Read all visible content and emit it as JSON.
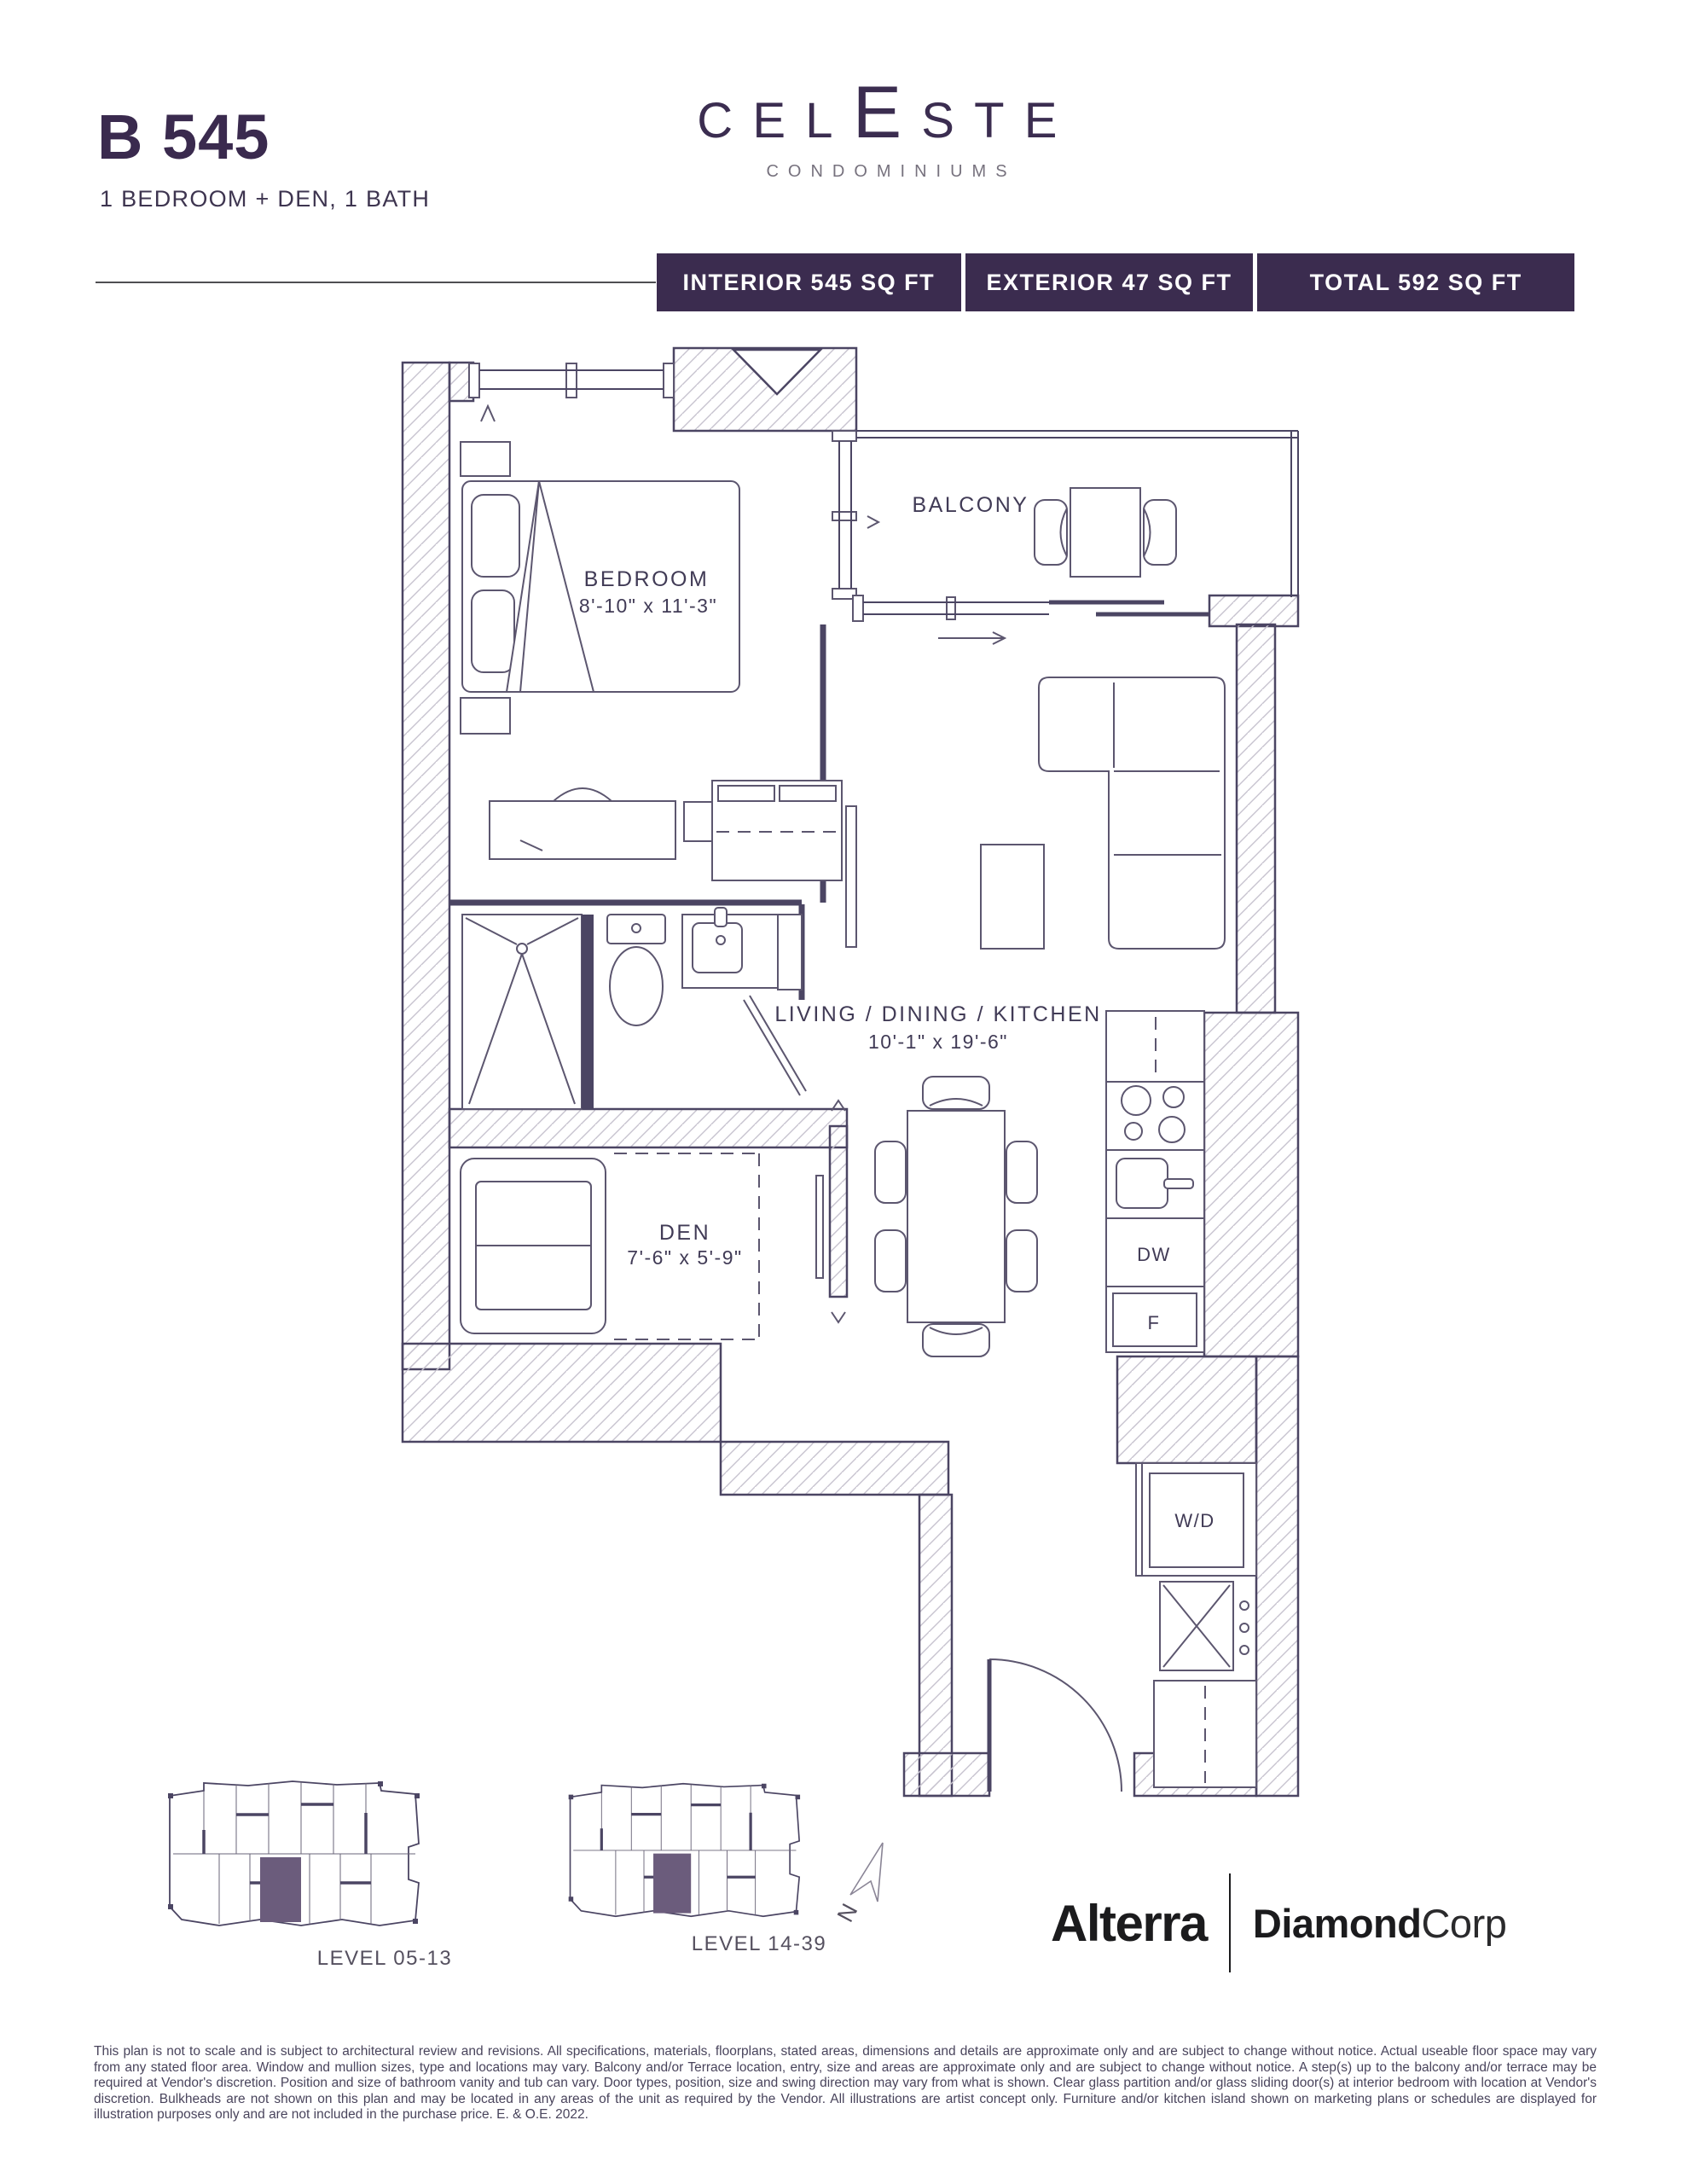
{
  "header": {
    "unit_number": "B 545",
    "unit_type": "1 BEDROOM + DEN,  1 BATH"
  },
  "brand": {
    "logo_pre": "CEL",
    "logo_tall": "E",
    "logo_post": "STE",
    "tagline": "CONDOMINIUMS"
  },
  "badges": {
    "interior": "INTERIOR 545 SQ FT",
    "exterior": "EXTERIOR 47 SQ FT",
    "total": "TOTAL 592 SQ FT"
  },
  "floorplan": {
    "bedroom_name": "BEDROOM",
    "bedroom_dims": "8'-10\" x 11'-3\"",
    "balcony_name": "BALCONY",
    "living_name": "LIVING / DINING / KITCHEN",
    "living_dims": "10'-1\" x 19'-6\"",
    "den_name": "DEN",
    "den_dims": "7'-6\" x 5'-9\"",
    "dishwasher": "DW",
    "fridge": "F",
    "washer_dryer": "W/D"
  },
  "keyplans": [
    {
      "label": "LEVEL 05-13"
    },
    {
      "label": "LEVEL 14-39"
    }
  ],
  "compass": {
    "north": "N"
  },
  "developers": {
    "alterra": "Alterra",
    "diamond_bold": "Diamond",
    "diamond_light": "Corp"
  },
  "disclaimer": "This plan is not to scale and is subject to architectural review and revisions. All specifications, materials, floorplans, stated areas, dimensions and details are approximate only and are subject to change without notice. Actual useable floor space may vary from any stated floor area. Window and mullion sizes, type and locations may vary. Balcony and/or Terrace location, entry, size and areas are approximate only and are subject to change without notice.  A step(s) up to the balcony and/or terrace may be required at Vendor's discretion.  Position and size of bathroom vanity and tub can vary.  Door types, position, size and swing direction may vary from what is shown. Clear glass partition and/or glass sliding door(s) at interior bedroom with location at Vendor's discretion. Bulkheads are not shown on this plan and may be located in any areas of the unit as required by the Vendor. All illustrations are artist concept only. Furniture and/or kitchen island shown on marketing plans or schedules are displayed for illustration purposes only and are not included in the purchase price. E. & O.E. 2022.",
  "colors": {
    "accent": "#3B2C4F",
    "plan_line": "#4B4563",
    "hatch": "#C7C3CF",
    "keyplan_unit": "#6B5C7C"
  }
}
